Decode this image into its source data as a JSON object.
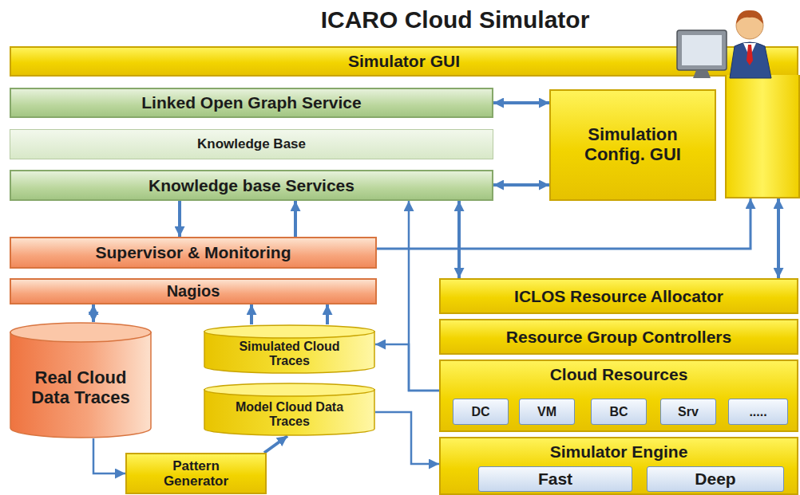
{
  "diagram": {
    "title": "ICARO Cloud Simulator",
    "nodes": [
      {
        "text": [
          "Simulator GUI"
        ]
      },
      {
        "text": [
          "Linked Open Graph Service"
        ]
      },
      {
        "text": [
          "Knowledge Base"
        ]
      },
      {
        "text": [
          "Knowledge base Services"
        ]
      },
      {
        "text": [
          "Simulation Config. GUI"
        ]
      },
      {
        "text": [
          "Supervisor & Monitoring"
        ]
      },
      {
        "text": [
          "Nagios"
        ]
      },
      {
        "text": [
          "Real Cloud Data Traces"
        ]
      },
      {
        "text": [
          "Simulated Cloud Traces"
        ]
      },
      {
        "text": [
          "Model Cloud Data Traces"
        ]
      },
      {
        "text": [
          "Pattern Generator"
        ]
      },
      {
        "text": [
          "ICLOS Resource Allocator"
        ]
      },
      {
        "text": [
          "Resource Group Controllers"
        ]
      },
      {
        "text": [
          "Cloud Resources"
        ]
      },
      {
        "text": [
          "DC"
        ],
        "in": 13
      },
      {
        "text": [
          "VM"
        ],
        "in": 13
      },
      {
        "text": [
          "BC"
        ],
        "in": 13
      },
      {
        "text": [
          "Srv"
        ],
        "in": 13
      },
      {
        "text": [
          "....."
        ],
        "in": 13
      },
      {
        "text": [
          "Simulator Engine"
        ]
      },
      {
        "text": [
          "Fast"
        ],
        "in": 19
      },
      {
        "text": [
          "Deep"
        ],
        "in": 19
      }
    ],
    "edges": [
      {
        "from": 1,
        "to": 4,
        "arrow": "both"
      },
      {
        "from": 3,
        "to": 4,
        "arrow": "both"
      },
      {
        "from": 3,
        "to": 5,
        "arrow": "to"
      },
      {
        "from": 5,
        "to": 3,
        "arrow": "to"
      },
      {
        "from": 6,
        "to": 7,
        "arrow": "both"
      },
      {
        "from": 8,
        "to": 6,
        "arrow": "to"
      },
      {
        "from": 8,
        "to": 6,
        "arrow": "to"
      },
      {
        "from": 13,
        "to": 3,
        "arrow": "to"
      },
      {
        "from": 13,
        "to": 8,
        "arrow": "to"
      },
      {
        "from": 3,
        "to": 11,
        "arrow": "both"
      },
      {
        "from": 5,
        "to": 0,
        "arrow": "to"
      },
      {
        "from": 0,
        "to": 11,
        "arrow": "both"
      },
      {
        "from": 7,
        "to": 10,
        "arrow": "to"
      },
      {
        "from": 10,
        "to": 9,
        "arrow": "to"
      },
      {
        "from": 9,
        "to": 19,
        "arrow": "to"
      }
    ]
  }
}
